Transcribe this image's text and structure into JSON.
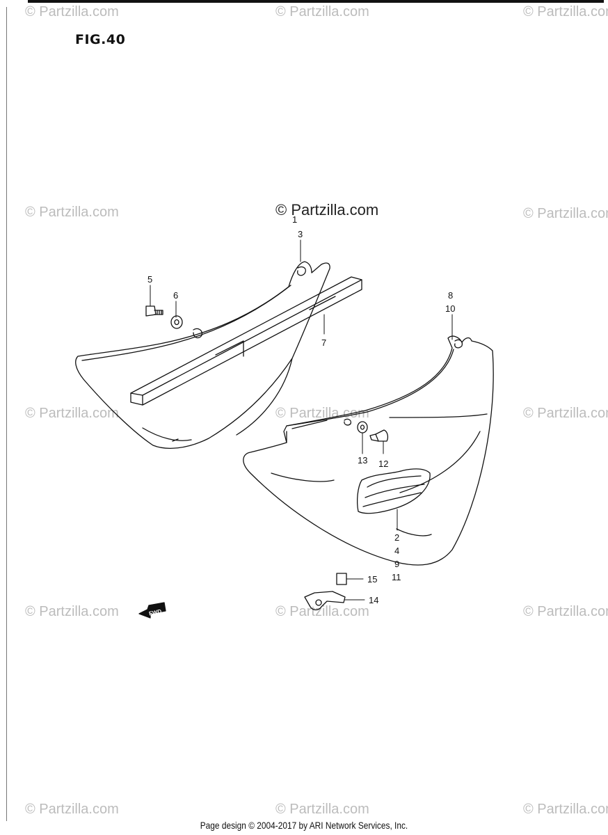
{
  "figure": {
    "title": "FIG.40"
  },
  "watermarks": {
    "text": "© Partzilla.com",
    "center_text": "© Partzilla.com"
  },
  "callouts": {
    "c1": "1",
    "c2": "2",
    "c3": "3",
    "c4": "4",
    "c5": "5",
    "c6": "6",
    "c7": "7",
    "c8": "8",
    "c9": "9",
    "c10": "10",
    "c11": "11",
    "c12": "12",
    "c13": "13",
    "c14": "14",
    "c15": "15"
  },
  "fwd_label": "FWD",
  "footer": {
    "text": "Page design © 2004-2017 by ARI Network Services, Inc."
  }
}
